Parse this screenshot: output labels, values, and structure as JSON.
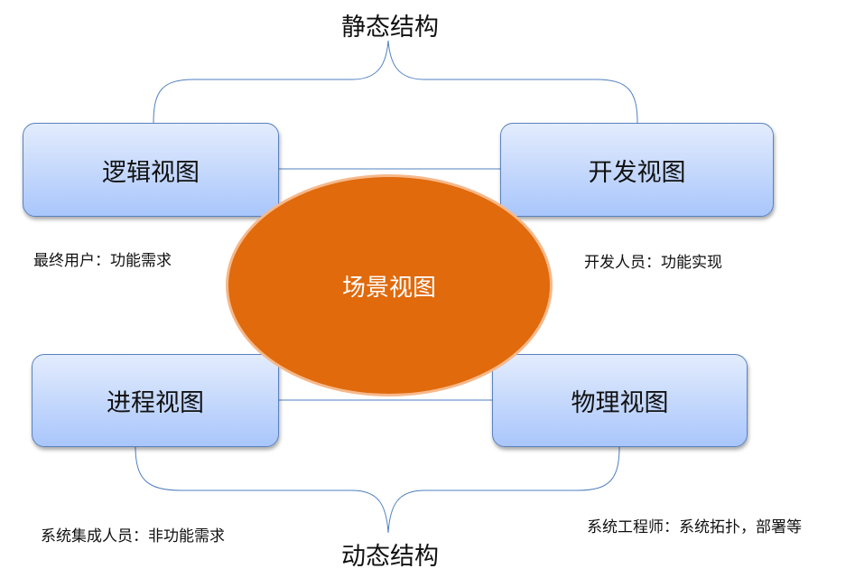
{
  "titles": {
    "static": "静态结构",
    "dynamic": "动态结构"
  },
  "views": {
    "logical": "逻辑视图",
    "development": "开发视图",
    "process": "进程视图",
    "physical": "物理视图",
    "scenario": "场景视图"
  },
  "captions": {
    "logical": "最终用户：功能需求",
    "development": "开发人员：功能实现",
    "process": "系统集成人员：非功能需求",
    "physical": "系统工程师：系统拓扑，部署等"
  },
  "colors": {
    "scenario": "#e06a0c",
    "box_top": "#e3ecfd",
    "box_bottom": "#a9c6fb",
    "line": "#4f7fc0"
  }
}
